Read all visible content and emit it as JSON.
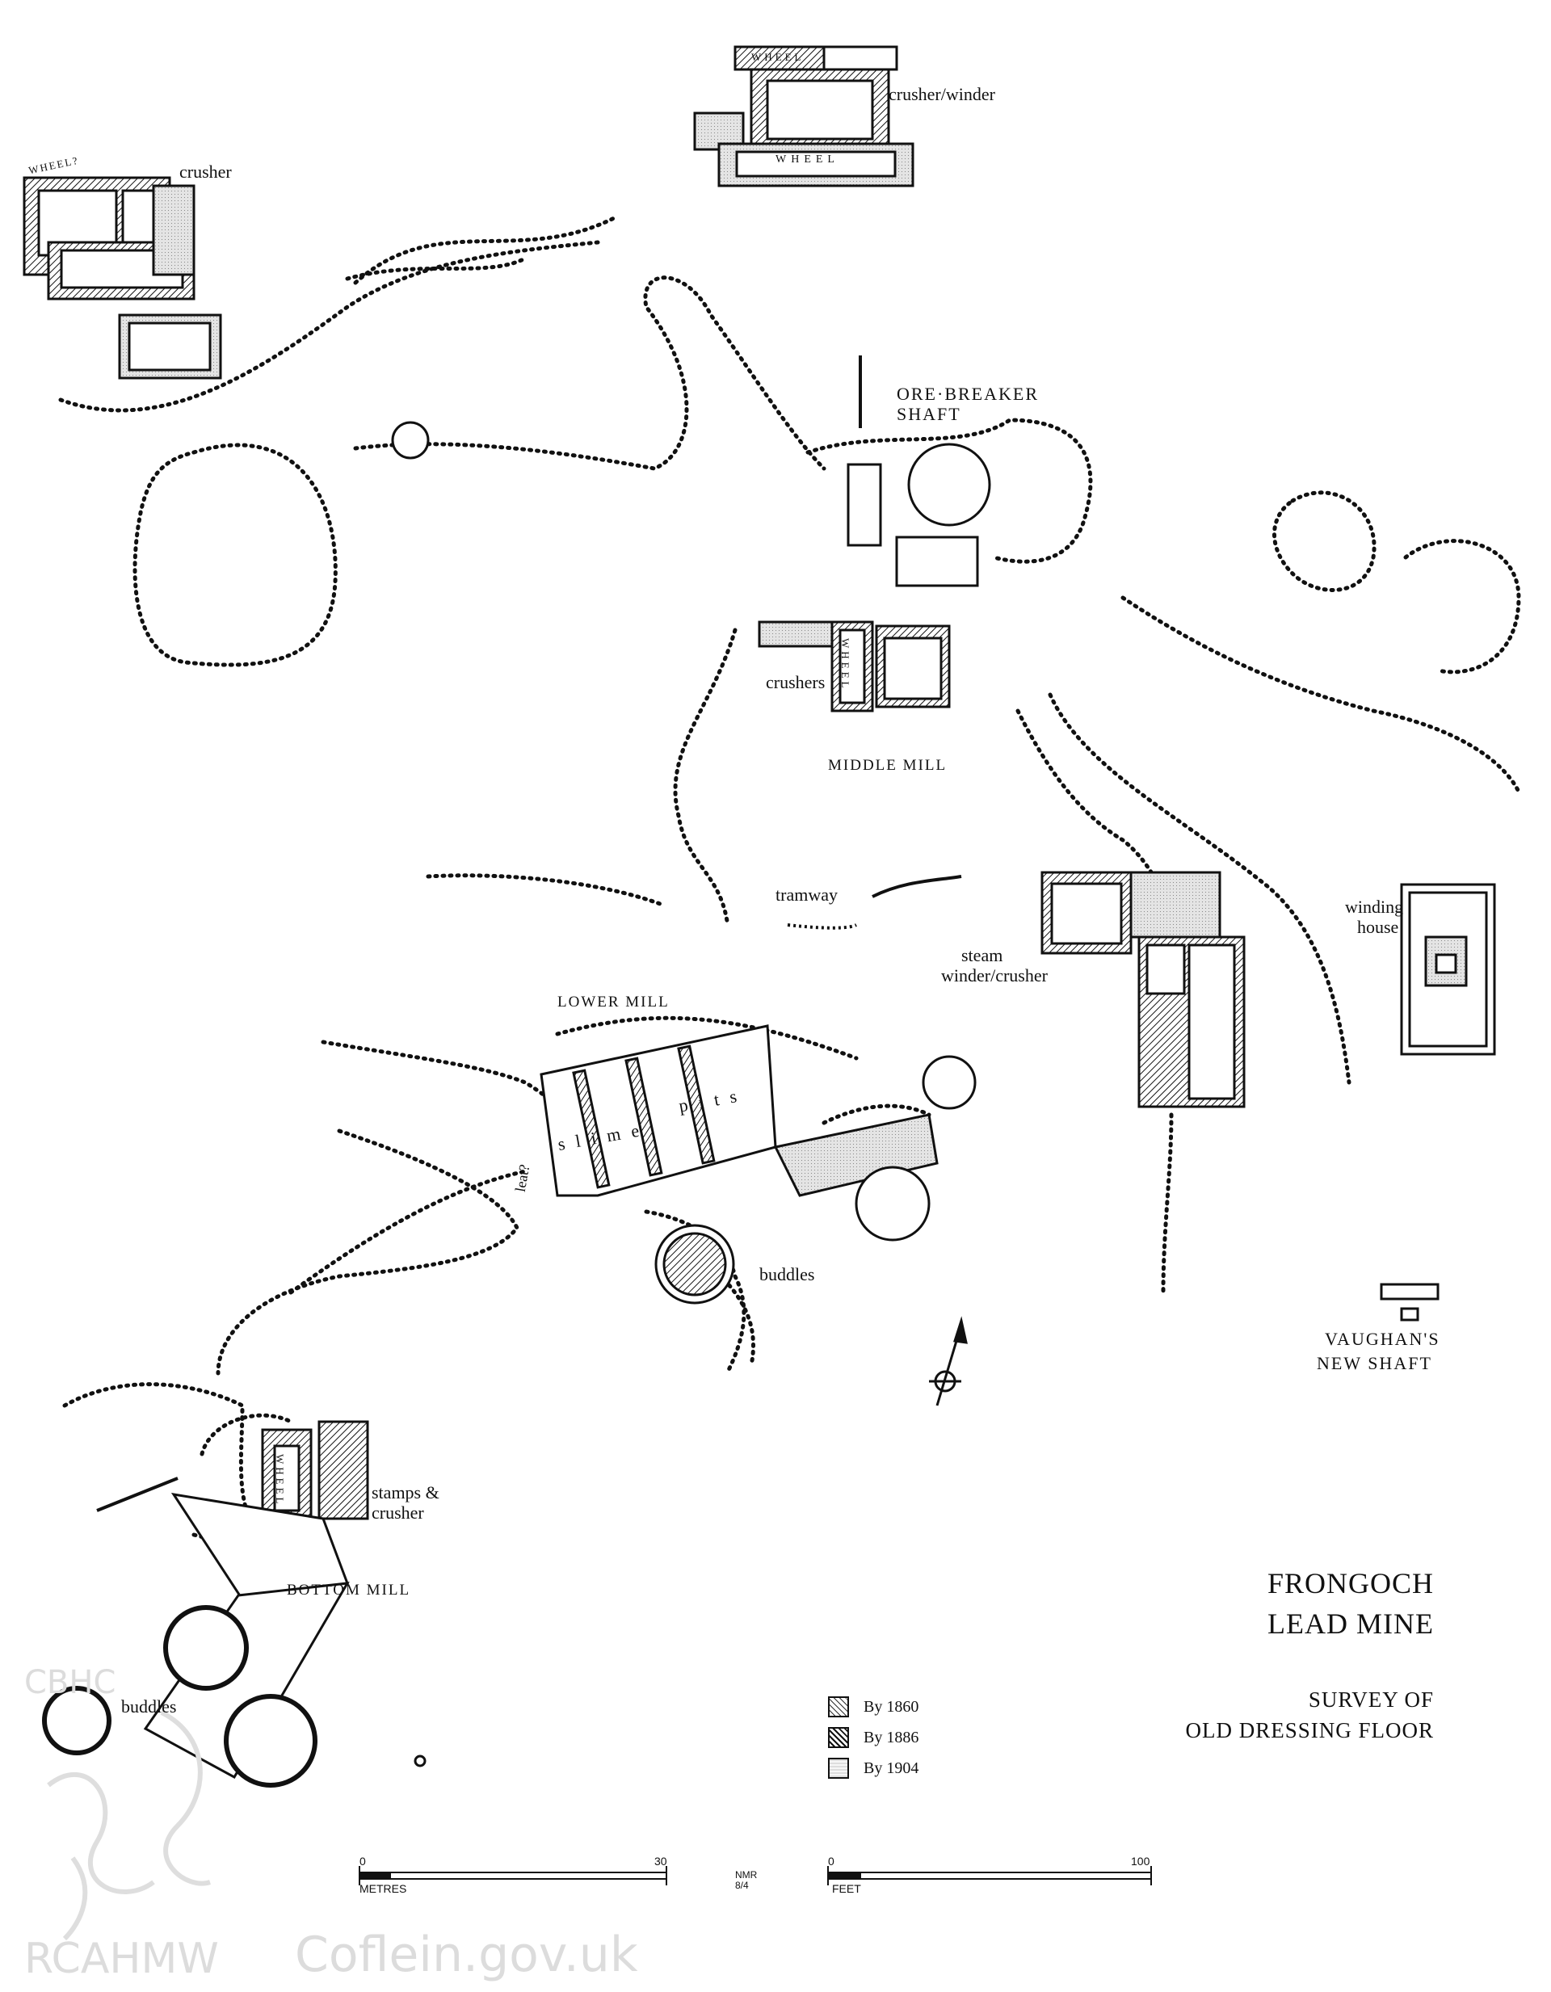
{
  "title": {
    "line1": "FRONGOCH",
    "line2": "LEAD MINE",
    "sub1": "SURVEY OF",
    "sub2": "OLD DRESSING FLOOR"
  },
  "labels": {
    "crusher_nw": "crusher",
    "crusher_winder": "crusher/winder",
    "ore_breaker_1": "ORE·BREAKER",
    "ore_breaker_2": "SHAFT",
    "crushers": "crushers",
    "middle_mill": "MIDDLE MILL",
    "tramway": "tramway",
    "winding_1": "winding",
    "winding_2": "house",
    "steam_1": "steam",
    "steam_2": "winder/crusher",
    "lower_mill": "LOWER MILL",
    "slime": "s l i m e",
    "pits": "p i t s",
    "leat": "leat?",
    "buddles_lower": "buddles",
    "vaughan_1": "VAUGHAN'S",
    "vaughan_2": "NEW SHAFT",
    "stamps_1": "stamps &",
    "stamps_2": "crusher",
    "bottom_mill": "BOTTOM MILL",
    "buddles_bottom": "buddles",
    "wheel": "WHEEL",
    "wheel_q": "WHEEL?"
  },
  "legend": [
    {
      "label": "By 1860",
      "style": "sparse-hatch"
    },
    {
      "label": "By 1886",
      "style": "dense-hatch"
    },
    {
      "label": "By 1904",
      "style": "stipple"
    }
  ],
  "scales": {
    "metres": {
      "unit": "METRES",
      "start": "0",
      "end": "30"
    },
    "feet": {
      "unit": "FEET",
      "start": "0",
      "end": "100"
    }
  },
  "stamp": {
    "line1": "NMR",
    "line2": "8/4"
  },
  "watermark": {
    "left": "RCAHMW",
    "right": "Coflein.gov.uk",
    "logo": "CBHC"
  },
  "north_arrow_icon": "north-arrow-icon"
}
